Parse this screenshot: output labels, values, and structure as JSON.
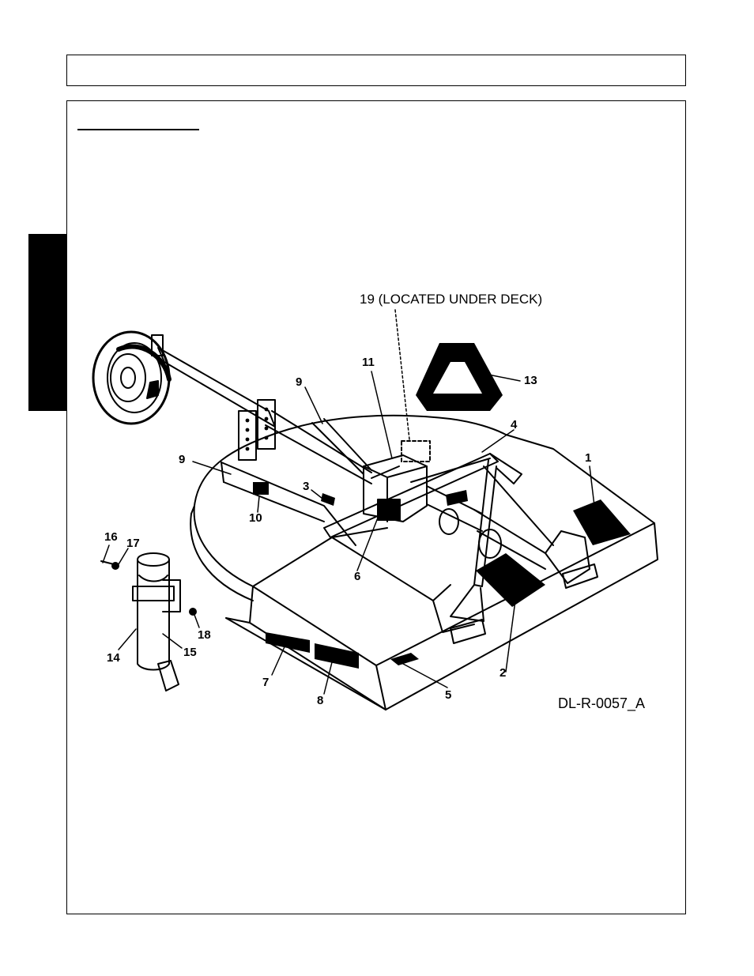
{
  "figure": {
    "drawing_code": "DL-R-0057_A",
    "callout_19": "19 (LOCATED UNDER DECK)",
    "callouts": [
      "1",
      "2",
      "3",
      "4",
      "5",
      "6",
      "7",
      "8",
      "9",
      "9",
      "10",
      "11",
      "13",
      "14",
      "15",
      "16",
      "17",
      "18"
    ]
  },
  "colors": {
    "line": "#000000",
    "paper": "#ffffff"
  }
}
